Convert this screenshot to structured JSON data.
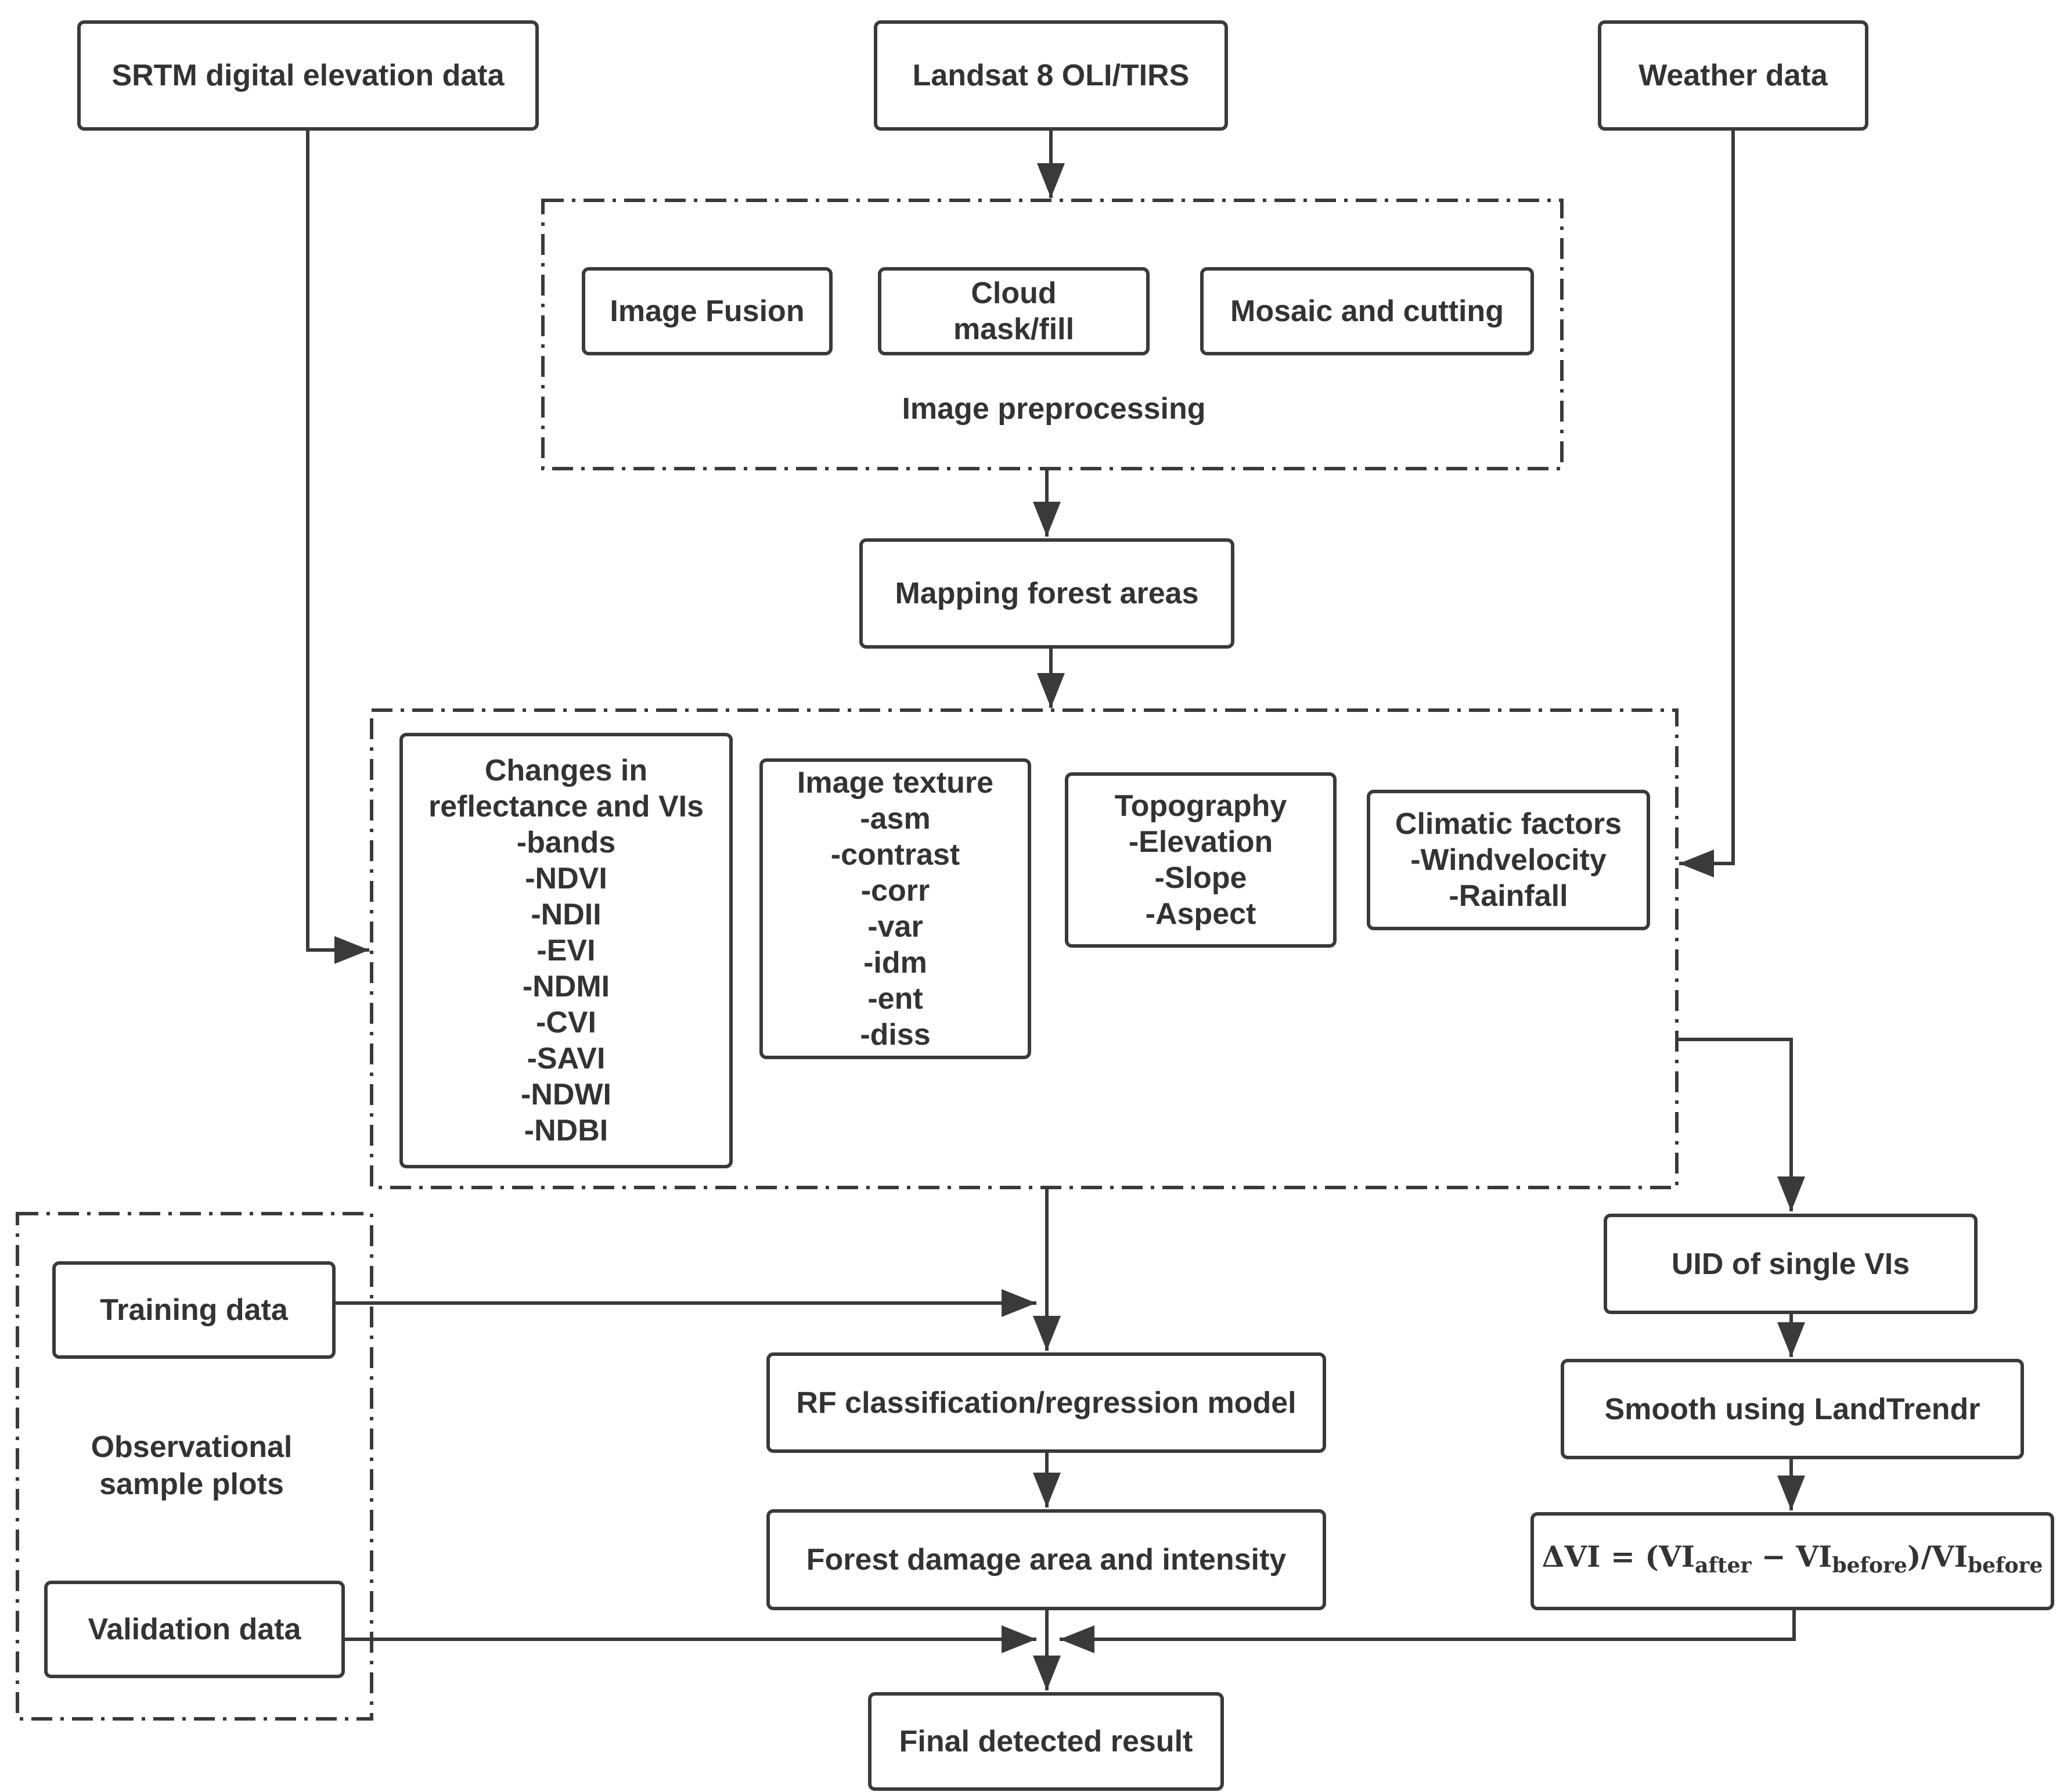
{
  "inputs": {
    "srtm": "SRTM digital elevation data",
    "landsat": "Landsat 8 OLI/TIRS",
    "weather": "Weather data"
  },
  "preprocessing": {
    "image_fusion": "Image Fusion",
    "cloud_line1": "Cloud",
    "cloud_line2": "mask/fill",
    "mosaic": "Mosaic and cutting",
    "group_label": "Image preprocessing"
  },
  "mapping": "Mapping forest areas",
  "features": {
    "vis": {
      "title_line1": "Changes in",
      "title_line2": "reflectance and VIs",
      "items": [
        "-bands",
        "-NDVI",
        "-NDII",
        "-EVI",
        "-NDMI",
        "-CVI",
        "-SAVI",
        "-NDWI",
        "-NDBI"
      ]
    },
    "texture": {
      "title": "Image texture",
      "items": [
        "-asm",
        "-contrast",
        "-corr",
        "-var",
        "-idm",
        "-ent",
        "-diss"
      ]
    },
    "topography": {
      "title": "Topography",
      "items": [
        "-Elevation",
        "-Slope",
        "-Aspect"
      ]
    },
    "climate": {
      "title": "Climatic factors",
      "items": [
        "-Windvelocity",
        "-Rainfall"
      ]
    }
  },
  "samples": {
    "training": "Training data",
    "group_label_line1": "Observational",
    "group_label_line2": "sample plots",
    "validation": "Validation data"
  },
  "model": {
    "rf": "RF classification/regression model",
    "damage": "Forest damage area and intensity",
    "final": "Final detected result"
  },
  "vi_branch": {
    "uid": "UID of single VIs",
    "smooth": "Smooth using LandTrendr",
    "formula": {
      "delta": "ΔVI",
      "eq": "=",
      "open": "(",
      "vi_after": "VI",
      "sub_after": "after",
      "minus": "−",
      "vi_before": "VI",
      "sub_before": "before",
      "close": ")/",
      "vi_before2": "VI",
      "sub_before2": "before"
    }
  },
  "colors": {
    "line": "#3a3a3a",
    "text": "#333333",
    "background": "#ffffff"
  }
}
